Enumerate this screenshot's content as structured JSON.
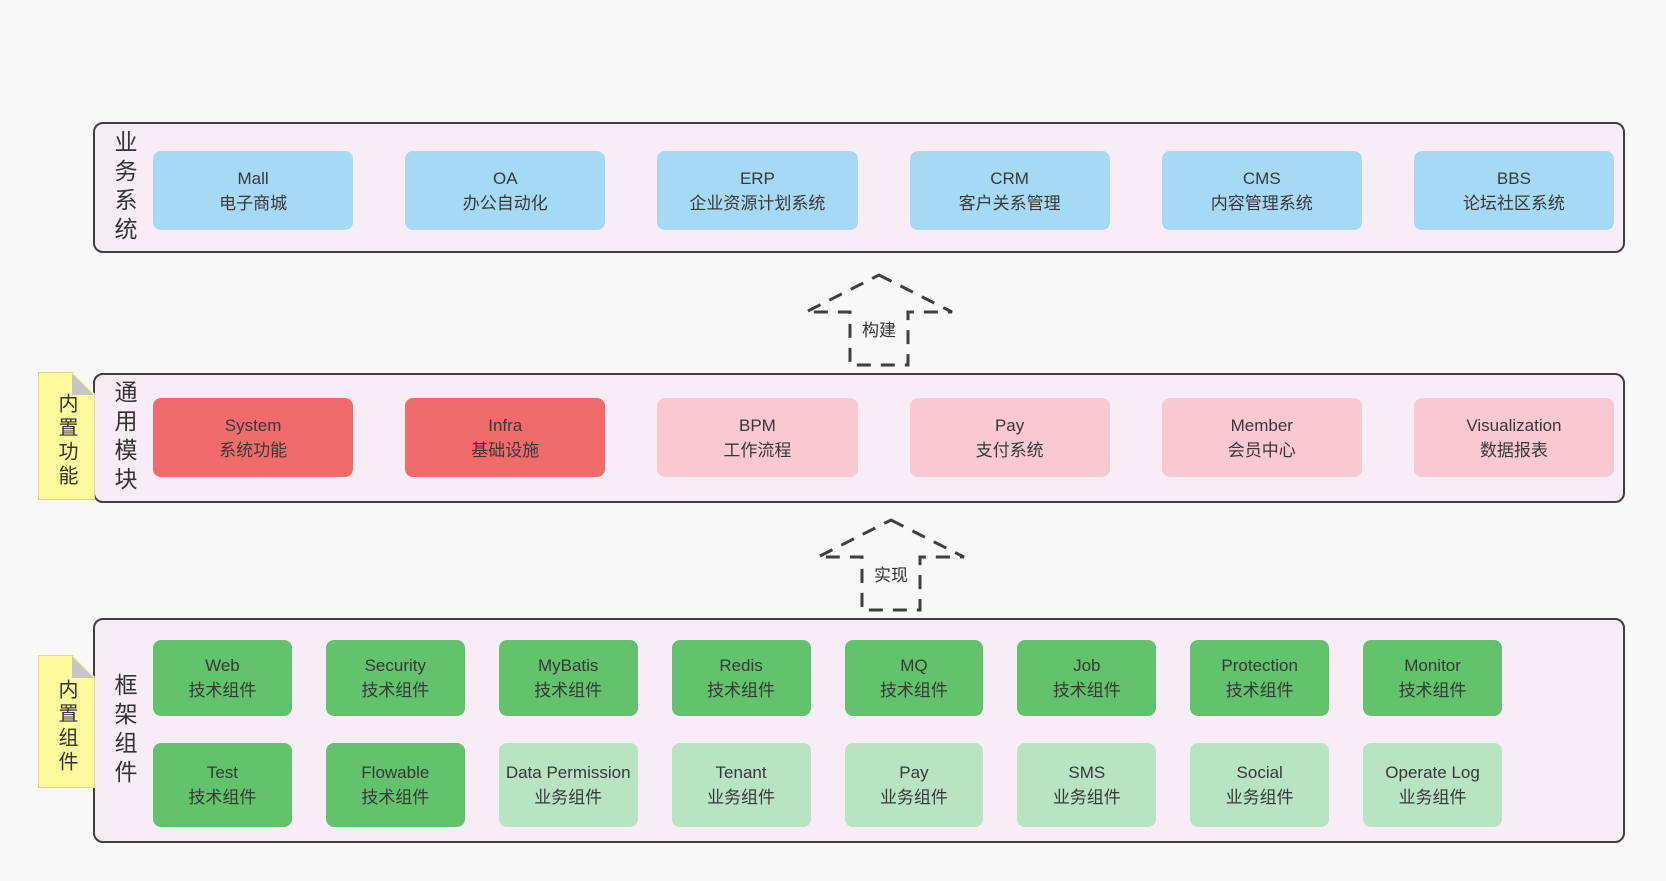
{
  "colors": {
    "page_bg": "#f8f8f8",
    "band_fill": "#f8edf6",
    "band_border": "#3f3f3f",
    "blue_box": "#a6d9f4",
    "red_box": "#f06b6b",
    "pink_box": "#f9c8d1",
    "green_box": "#63c26c",
    "green_light_box": "#b8e4c1",
    "sticky_note": "#fcfa9c",
    "sticky_fold": "#c6c6c6",
    "text": "#383838"
  },
  "arrows": [
    {
      "label": "构建"
    },
    {
      "label": "实现"
    }
  ],
  "sections": [
    {
      "label": "业务系统",
      "boxes": [
        {
          "title": "Mall",
          "subtitle": "电子商城"
        },
        {
          "title": "OA",
          "subtitle": "办公自动化"
        },
        {
          "title": "ERP",
          "subtitle": "企业资源计划系统"
        },
        {
          "title": "CRM",
          "subtitle": "客户关系管理"
        },
        {
          "title": "CMS",
          "subtitle": "内容管理系统"
        },
        {
          "title": "BBS",
          "subtitle": "论坛社区系统"
        }
      ]
    },
    {
      "label": "通用模块",
      "tag": "内置功能",
      "boxes": [
        {
          "title": "System",
          "subtitle": "系统功能"
        },
        {
          "title": "Infra",
          "subtitle": "基础设施"
        },
        {
          "title": "BPM",
          "subtitle": "工作流程"
        },
        {
          "title": "Pay",
          "subtitle": "支付系统"
        },
        {
          "title": "Member",
          "subtitle": "会员中心"
        },
        {
          "title": "Visualization",
          "subtitle": "数据报表"
        }
      ]
    },
    {
      "label": "框架组件",
      "tag": "内置组件",
      "rows": [
        [
          {
            "title": "Web",
            "subtitle": "技术组件"
          },
          {
            "title": "Security",
            "subtitle": "技术组件"
          },
          {
            "title": "MyBatis",
            "subtitle": "技术组件"
          },
          {
            "title": "Redis",
            "subtitle": "技术组件"
          },
          {
            "title": "MQ",
            "subtitle": "技术组件"
          },
          {
            "title": "Job",
            "subtitle": "技术组件"
          },
          {
            "title": "Protection",
            "subtitle": "技术组件"
          },
          {
            "title": "Monitor",
            "subtitle": "技术组件"
          }
        ],
        [
          {
            "title": "Test",
            "subtitle": "技术组件"
          },
          {
            "title": "Flowable",
            "subtitle": "技术组件"
          },
          {
            "title": "Data Permission",
            "subtitle": "业务组件"
          },
          {
            "title": "Tenant",
            "subtitle": "业务组件"
          },
          {
            "title": "Pay",
            "subtitle": "业务组件"
          },
          {
            "title": "SMS",
            "subtitle": "业务组件"
          },
          {
            "title": "Social",
            "subtitle": "业务组件"
          },
          {
            "title": "Operate Log",
            "subtitle": "业务组件"
          }
        ]
      ]
    }
  ]
}
